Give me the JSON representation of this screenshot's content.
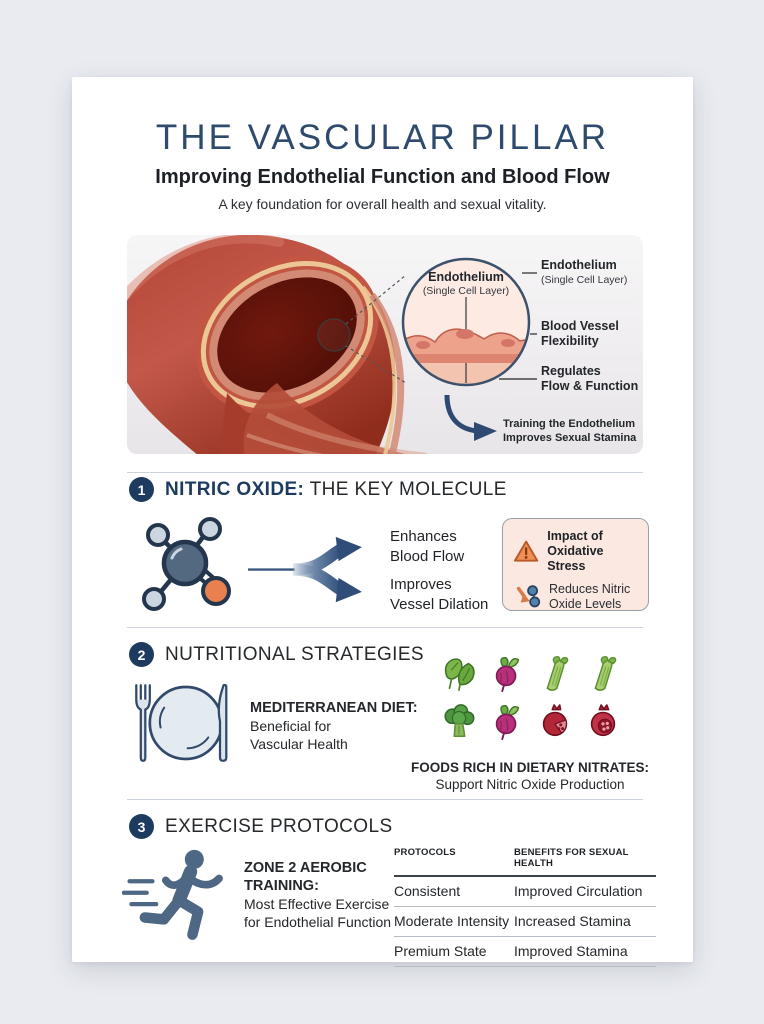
{
  "colors": {
    "page_background": "#e9ebf1",
    "card_background": "#ffffff",
    "navy": "#1d3a5f",
    "title_navy": "#2e4a6c",
    "text_dark": "#26292c",
    "accent_orange": "#e8814f",
    "impact_box_bg": "#fbe8e0",
    "arrow_blue": "#2e4a72",
    "divider": "#ccd3db"
  },
  "header": {
    "title": "THE VASCULAR PILLAR",
    "subtitle": "Improving Endothelial Function and Blood Flow",
    "tagline": "A key foundation for overall health and sexual vitality."
  },
  "vessel_figure": {
    "inset_label_title": "Endothelium",
    "inset_label_sub": "(Single Cell Layer)",
    "callouts": [
      {
        "title": "Endothelium",
        "sub": "(Single Cell Layer)"
      },
      {
        "title": "Blood Vessel",
        "sub": "Flexibility"
      },
      {
        "title": "Regulates",
        "sub": "Flow & Function"
      }
    ],
    "arrow_note_line1": "Training the Endothelium",
    "arrow_note_line2": "Improves Sexual Stamina"
  },
  "sections": {
    "nitric_oxide": {
      "number": "1",
      "heading_strong": "NITRIC OXIDE:",
      "heading_rest": " THE KEY MOLECULE",
      "benefit1_line1": "Enhances",
      "benefit1_line2": "Blood Flow",
      "benefit2_line1": "Improves",
      "benefit2_line2": "Vessel Dilation",
      "impact_box": {
        "title_line1": "Impact of",
        "title_line2": "Oxidative Stress",
        "body_line1": "Reduces Nitric",
        "body_line2": "Oxide Levels"
      }
    },
    "nutrition": {
      "number": "2",
      "heading": "NUTRITIONAL STRATEGIES",
      "diet_title": "MEDITERRANEAN DIET:",
      "diet_line1": "Beneficial for",
      "diet_line2": "Vascular Health",
      "food_icons": [
        "spinach-icon",
        "beet-icon",
        "celery-icon",
        "celery-icon",
        "broccoli-icon",
        "beet-icon",
        "pomegranate-icon",
        "pomegranate-icon"
      ],
      "foods_title": "FOODS RICH IN DIETARY NITRATES:",
      "foods_sub": "Support Nitric Oxide Production"
    },
    "exercise": {
      "number": "3",
      "heading": "EXERCISE PROTOCOLS",
      "training_title_line1": "ZONE 2 AEROBIC",
      "training_title_line2": "TRAINING:",
      "training_line1": "Most Effective Exercise",
      "training_line2": "for Endothelial Function",
      "table": {
        "headers": [
          "PROTOCOLS",
          "BENEFITS FOR SEXUAL HEALTH"
        ],
        "rows": [
          {
            "protocol": "Consistent",
            "benefit": "Improved Circulation"
          },
          {
            "protocol": "Moderate Intensity",
            "benefit": "Increased Stamina"
          },
          {
            "protocol": "Premium State",
            "benefit": "Improved Stamina"
          }
        ]
      }
    }
  }
}
